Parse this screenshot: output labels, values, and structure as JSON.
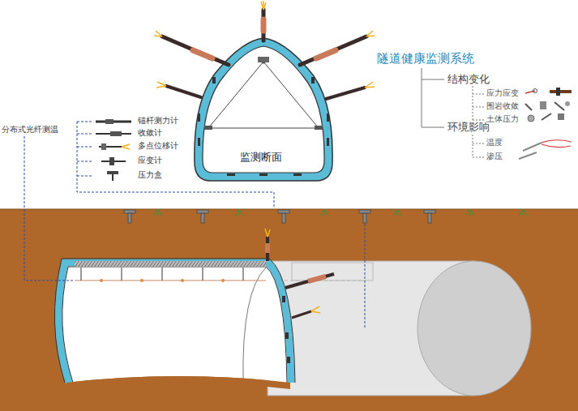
{
  "diagram": {
    "title": "隧道健康监测系统",
    "labels": [
      "分布式光纤测温",
      "监测断面",
      "结构变化",
      "应力应变",
      "围岩收敛",
      "土体压力",
      "环境影响",
      "温度",
      "渗压"
    ],
    "legend": [
      {
        "text": "锚杆测力计"
      },
      {
        "text": "收敛计"
      },
      {
        "text": "多点位移计"
      },
      {
        "text": "应变计"
      },
      {
        "text": "压力盒"
      }
    ]
  }
}
